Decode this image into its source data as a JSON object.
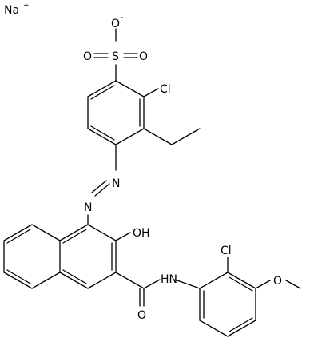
{
  "molecule": {
    "atoms": {
      "na": "Na",
      "na_charge": "+",
      "o_minus": "O",
      "o_minus_charge": "-",
      "s": "S",
      "o_left": "O",
      "o_right": "O",
      "cl1": "Cl",
      "n_upper": "N",
      "n_lower": "N",
      "oh": "OH",
      "nh": "HN",
      "o_amide": "O",
      "cl2": "Cl",
      "o_methoxy": "O"
    }
  }
}
